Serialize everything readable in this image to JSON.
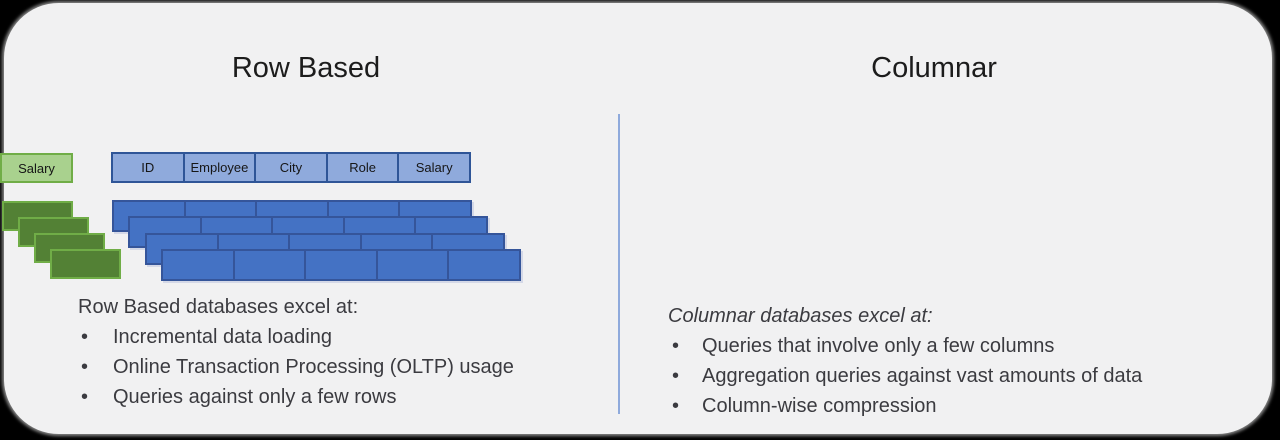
{
  "bullet_glyph": "•",
  "columns": [
    "ID",
    "Employee",
    "City",
    "Role",
    "Salary"
  ],
  "left": {
    "title": "Row Based",
    "excel_heading": "Row Based databases excel at:",
    "bullets": [
      "Incremental data loading",
      "Online Transaction Processing (OLTP) usage",
      "Queries against only a few rows"
    ]
  },
  "right": {
    "title": "Columnar",
    "excel_heading": "Columnar databases excel at:",
    "bullets": [
      "Queries that involve only a few columns",
      "Aggregation queries against vast amounts of data",
      "Column-wise compression"
    ]
  },
  "colors": {
    "canvas_background": "#000000",
    "slide_background": "#f1f1f2",
    "row_header_fill": "#8faadc",
    "row_header_border": "#2f5597",
    "row_record_fill": "#4472c4",
    "row_record_border": "#35559a",
    "column_header_fill": "#a9d18e",
    "column_border": "#70ad47",
    "column_value_fill": "#538135",
    "divider": "#8faadc",
    "text": "#3b3b40",
    "title_text": "#1c1c1c"
  }
}
